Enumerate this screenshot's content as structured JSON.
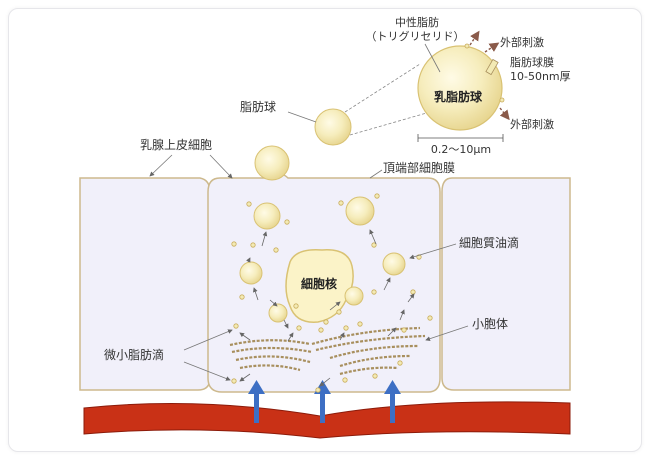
{
  "labels": {
    "neutral_fat": "中性脂肪",
    "triglyceride": "（トリグリセリド）",
    "external_stimulus_top": "外部刺激",
    "globule_membrane": "脂肪球膜",
    "membrane_thickness": "10-50nm厚",
    "milk_fat_globule": "乳脂肪球",
    "external_stimulus_bottom": "外部刺激",
    "size_range": "0.2～10μm",
    "fat_globule": "脂肪球",
    "mammary_epithelial_cell": "乳腺上皮細胞",
    "apical_membrane": "頂端部細胞膜",
    "nucleus": "細胞核",
    "cytoplasmic_lipid_droplet": "細胞質油滴",
    "vesicle": "小胞体",
    "micro_lipid_droplet": "微小脂肪滴"
  },
  "colors": {
    "cell_fill": "#f1f0fa",
    "cell_stroke": "#cdb98d",
    "droplet_fill": "#f3eab4",
    "droplet_stroke": "#d9c273",
    "nucleus_fill": "#fbf3c8",
    "er": "#a88f5e",
    "vessel": "#c93116",
    "vessel_edge": "#8c1b0a",
    "arrow_blue": "#3d6fc4"
  }
}
